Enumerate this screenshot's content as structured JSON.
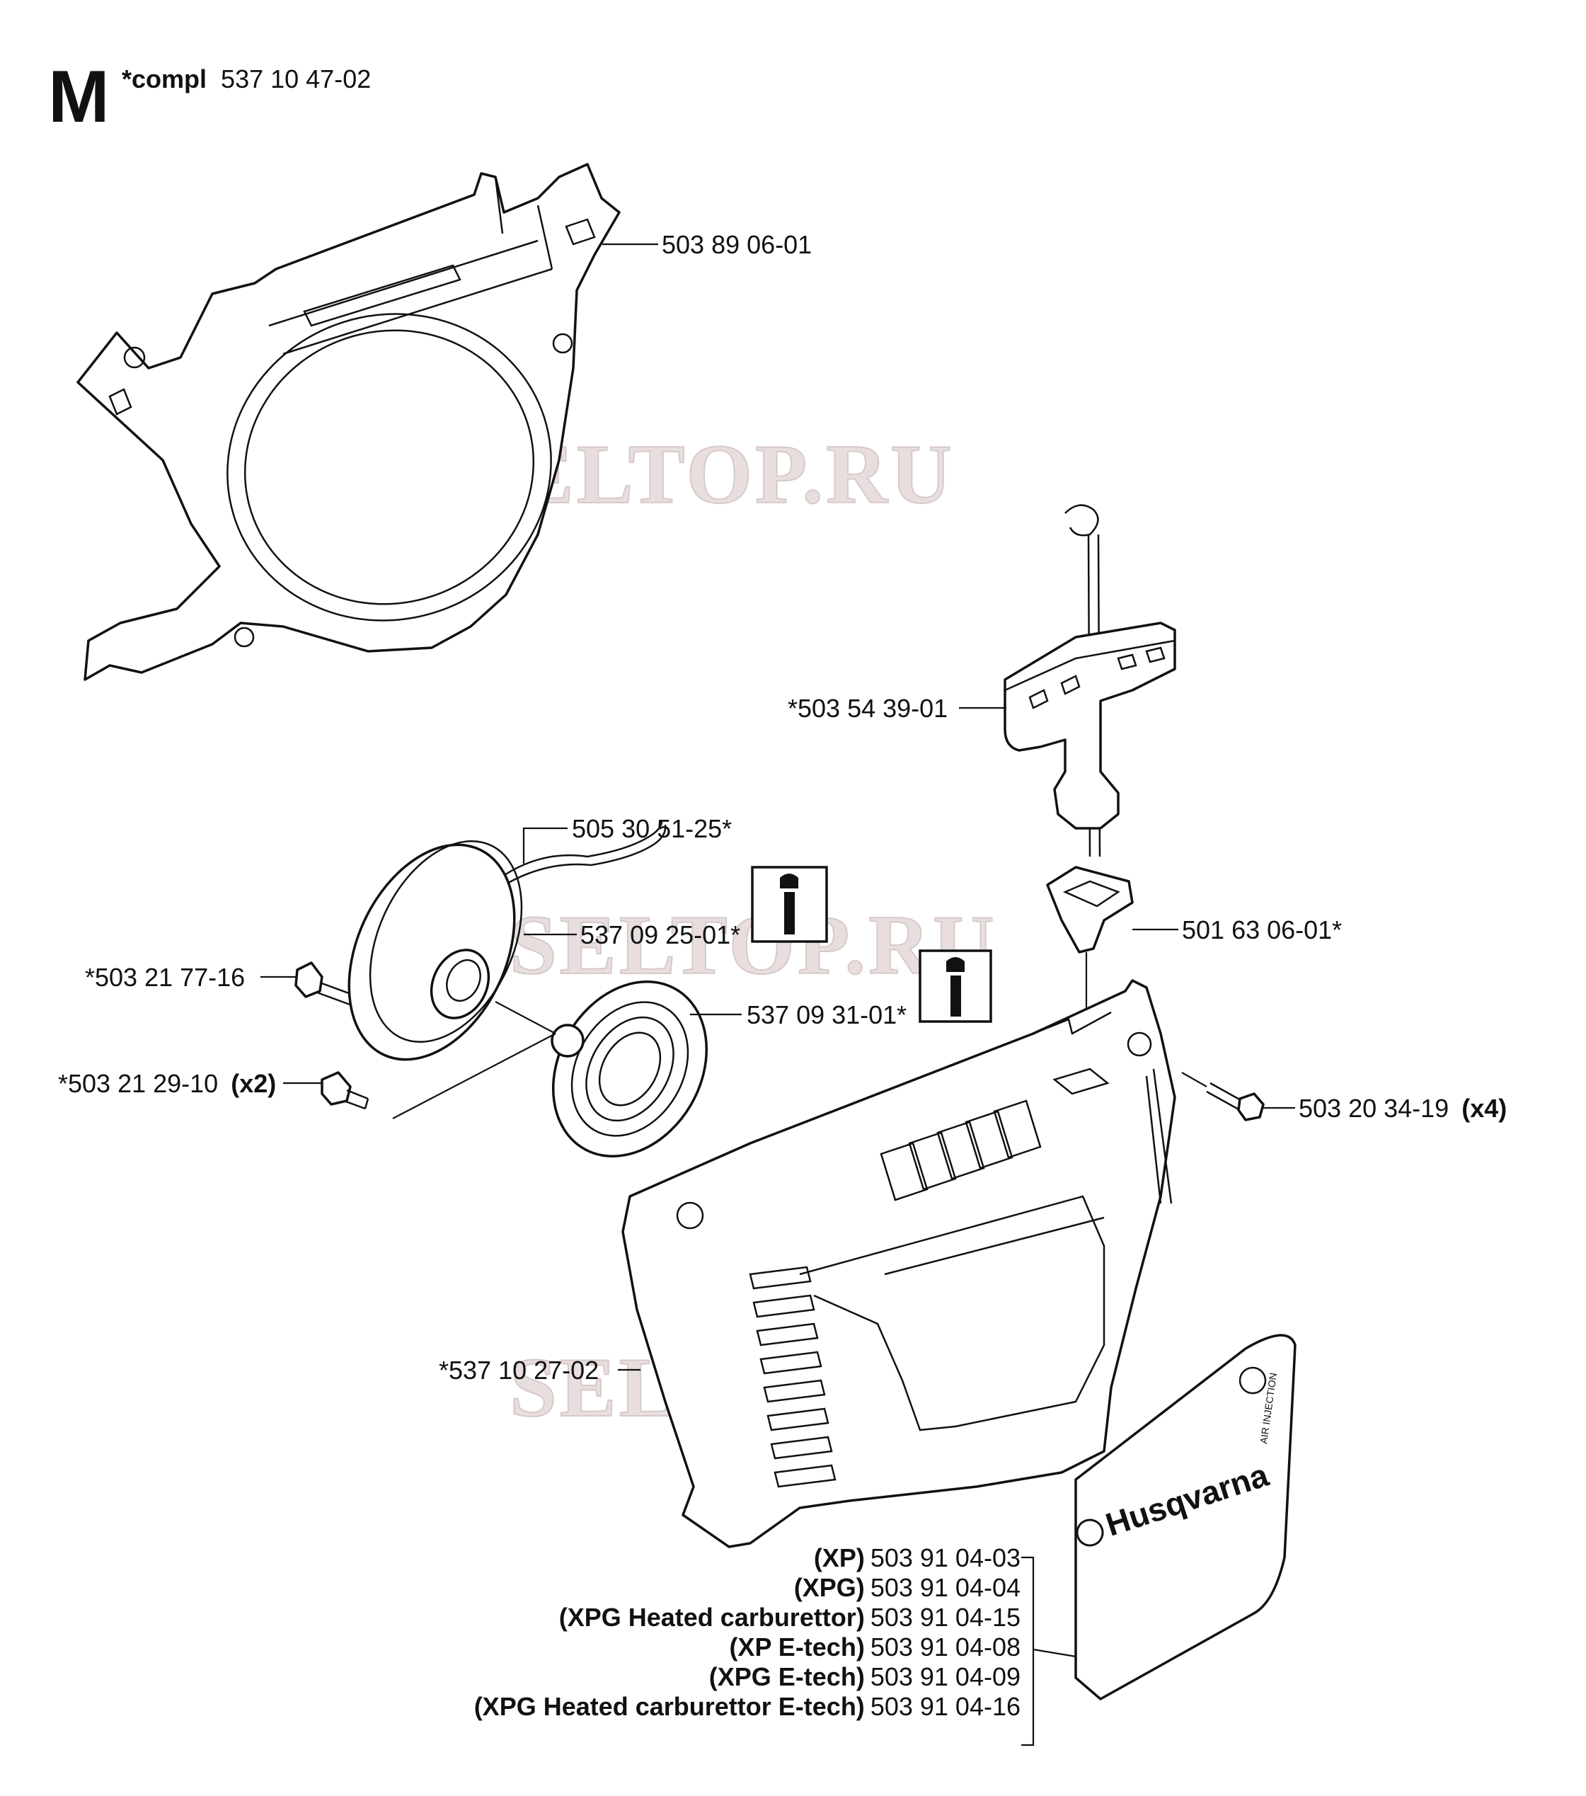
{
  "header": {
    "section_letter": "M",
    "compl_label": "*compl",
    "compl_number": "537 10 47-02"
  },
  "watermark": "SELTOP.RU",
  "callouts": {
    "housing": "503 89 06-01",
    "handle": "*503 54 39-01",
    "rope": "505 30 51-25*",
    "screw_left": "*503 21 77-16",
    "pulley": "537 09 25-01*",
    "rope_guide": "501 63 06-01*",
    "spring": "537 09 31-01*",
    "screw_pair": "*503 21 29-10",
    "screw_pair_qty": "(x2)",
    "screw_four": "503 20 34-19",
    "screw_four_qty": "(x4)",
    "cover": "*537 10 27-02"
  },
  "decal": {
    "brand": "Husqvarna",
    "badge_text": "AIR INJECTION"
  },
  "variants": [
    {
      "model": "(XP)",
      "number": "503 91 04-03"
    },
    {
      "model": "(XPG)",
      "number": "503 91 04-04"
    },
    {
      "model": "(XPG Heated carburettor)",
      "number": "503 91 04-15"
    },
    {
      "model": "(XP E-tech)",
      "number": "503 91 04-08"
    },
    {
      "model": "(XPG E-tech)",
      "number": "503 91 04-09"
    },
    {
      "model": "(XPG Heated carburettor E-tech)",
      "number": "503 91 04-16"
    }
  ],
  "info_icons": [
    "info-icon",
    "info-icon"
  ]
}
